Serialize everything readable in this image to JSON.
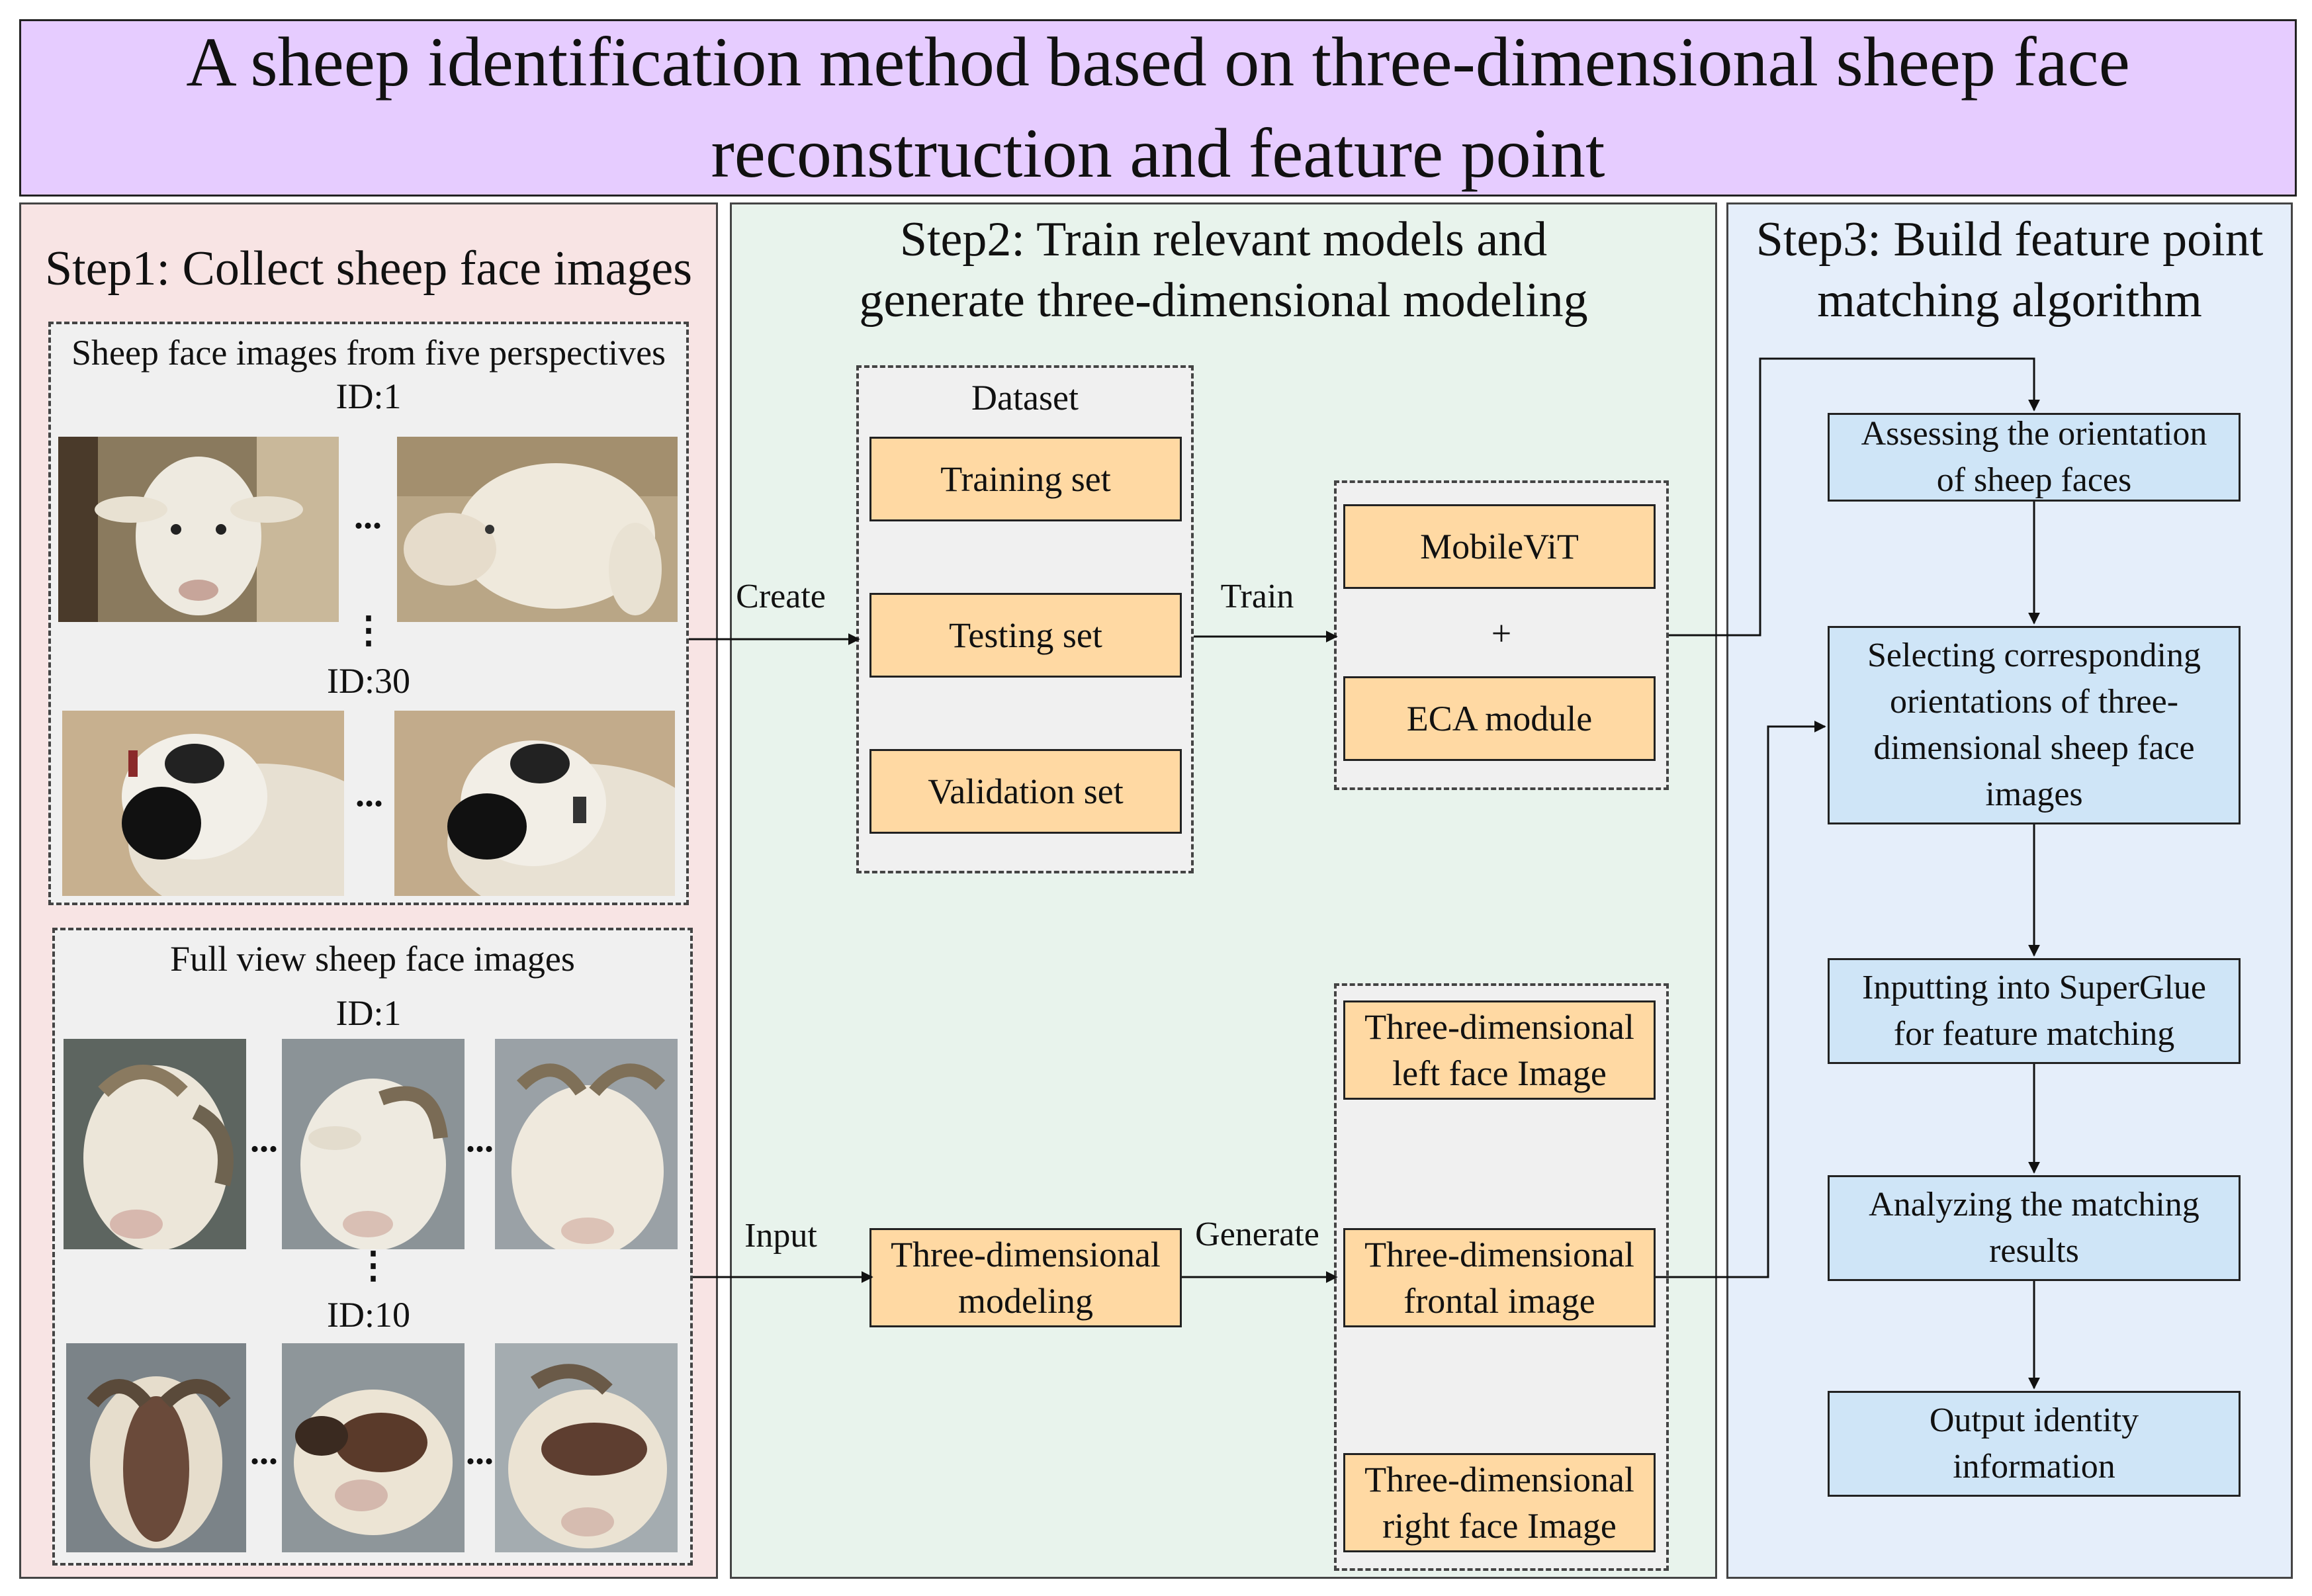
{
  "title": "A sheep identification method based on three-dimensional sheep face reconstruction and feature point",
  "colors": {
    "title_bg": "#e6ccff",
    "step1_bg": "#f8e4e4",
    "step2_bg": "#e8f3ec",
    "step3_bg": "#e5eefa",
    "orange_box": "#ffd9a3",
    "blue_box": "#cfe5f7"
  },
  "step1": {
    "title": "Step1: Collect sheep face images",
    "five_perspectives": {
      "caption": "Sheep face images from five perspectives",
      "id_first": "ID:1",
      "id_last": "ID:30",
      "ellipsis": "...",
      "vellipsis": "⋮"
    },
    "full_view": {
      "caption": "Full view sheep face images",
      "id_first": "ID:1",
      "id_last": "ID:10",
      "ellipsis": "...",
      "vellipsis": "⋮"
    }
  },
  "step2": {
    "title_line1": "Step2: Train relevant models and",
    "title_line2": "generate three-dimensional modeling",
    "dataset": {
      "label": "Dataset",
      "training": "Training set",
      "testing": "Testing set",
      "validation": "Validation set"
    },
    "model": {
      "mobilevit": "MobileViT",
      "plus": "+",
      "eca": "ECA module"
    },
    "modeling_line1": "Three-dimensional",
    "modeling_line2": "modeling",
    "outputs": {
      "left_line1": "Three-dimensional",
      "left_line2": "left face Image",
      "frontal_line1": "Three-dimensional",
      "frontal_line2": "frontal image",
      "right_line1": "Three-dimensional",
      "right_line2": "right face Image"
    },
    "edge_labels": {
      "create": "Create",
      "train": "Train",
      "input": "Input",
      "generate": "Generate"
    }
  },
  "step3": {
    "title_line1": "Step3: Build feature point",
    "title_line2": "matching algorithm",
    "boxes": {
      "assess_line1": "Assessing the orientation",
      "assess_line2": "of sheep faces",
      "select_line1": "Selecting corresponding",
      "select_line2": "orientations of three-",
      "select_line3": "dimensional sheep face",
      "select_line4": "images",
      "superglue_line1": "Inputting into SuperGlue",
      "superglue_line2": "for feature matching",
      "analyze_line1": "Analyzing the matching",
      "analyze_line2": "results",
      "output_line1": "Output identity",
      "output_line2": "information"
    }
  }
}
